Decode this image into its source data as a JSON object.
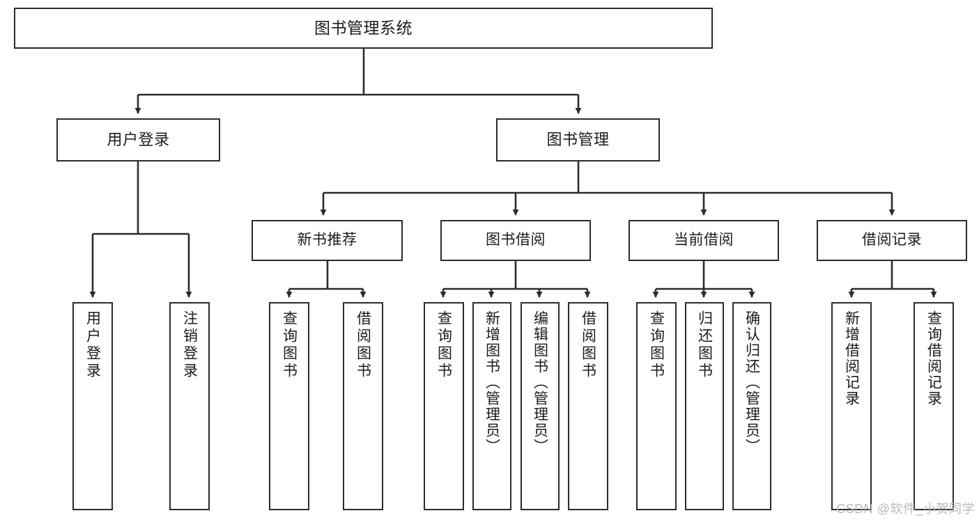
{
  "diagram": {
    "title": "图书管理系统",
    "type": "tree-hierarchy-chart",
    "stroke_color": "#2b2b2b",
    "fill_color": "#ffffff",
    "text_color": "#1b1b1b"
  },
  "nodes": {
    "root": {
      "label": "图书管理系统"
    },
    "level2": [
      {
        "label": "用户登录"
      },
      {
        "label": "图书管理"
      }
    ],
    "level3": [
      {
        "label": "新书推荐"
      },
      {
        "label": "图书借阅"
      },
      {
        "label": "当前借阅"
      },
      {
        "label": "借阅记录"
      }
    ],
    "leaves": {
      "user_login": [
        {
          "label": "用户登录"
        },
        {
          "label": "注销登录"
        }
      ],
      "new_book_recommend": [
        {
          "label": "查询图书"
        },
        {
          "label": "借阅图书"
        }
      ],
      "book_borrow": [
        {
          "label": "查询图书"
        },
        {
          "label": "新增图书（管理员）"
        },
        {
          "label": "编辑图书（管理员）"
        },
        {
          "label": "借阅图书"
        }
      ],
      "current_borrow": [
        {
          "label": "查询图书"
        },
        {
          "label": "归还图书"
        },
        {
          "label": "确认归还（管理员）"
        }
      ],
      "borrow_record": [
        {
          "label": "新增借阅记录"
        },
        {
          "label": "查询借阅记录"
        }
      ]
    }
  },
  "watermark": {
    "text": "CSDN @软件_小贺同学"
  }
}
